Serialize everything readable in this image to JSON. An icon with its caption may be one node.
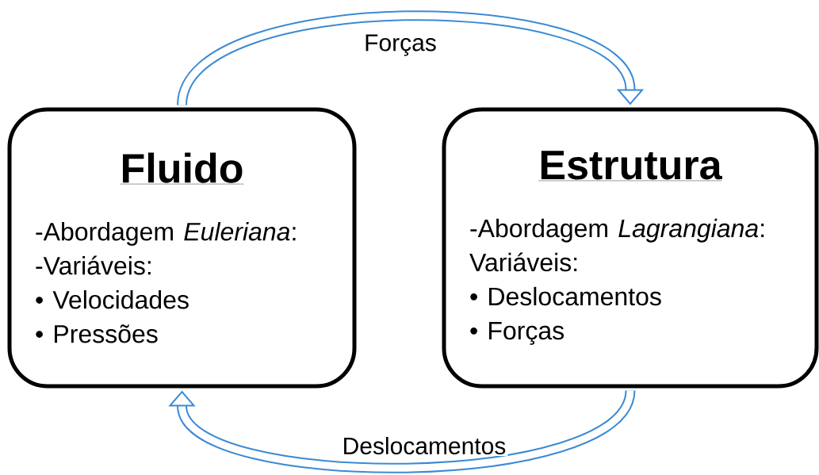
{
  "diagram": {
    "nodes": [
      {
        "text": [
          "Fluido",
          "-Abordagem *Euleriana*:",
          "-Variáveis:",
          "• Velocidades",
          "• Pressões"
        ]
      },
      {
        "text": [
          "Estrutura",
          "-Abordagem *Lagrangiana*:",
          "Variáveis:",
          "• Deslocamentos",
          "• Forças"
        ]
      }
    ],
    "edges": [
      {
        "from": 0,
        "to": 1,
        "arrow": "to",
        "label": "Forças"
      },
      {
        "from": 1,
        "to": 0,
        "arrow": "to",
        "label": "Deslocamentos"
      }
    ]
  }
}
